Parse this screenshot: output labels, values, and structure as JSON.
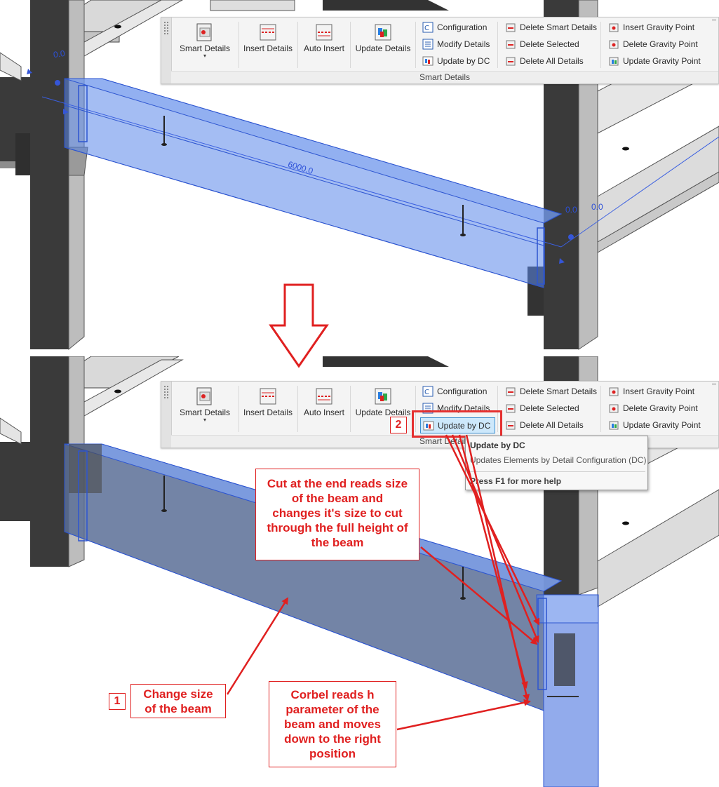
{
  "ribbon": {
    "panel_title": "Smart Details",
    "big_buttons": [
      {
        "label": "Smart Details",
        "icon": "smart-details-icon",
        "has_dropdown": true
      },
      {
        "label": "Insert Details",
        "icon": "insert-details-icon"
      },
      {
        "label": "Auto Insert",
        "icon": "auto-insert-icon"
      },
      {
        "label": "Update Details",
        "icon": "update-details-icon"
      }
    ],
    "column_1": [
      {
        "label": "Configuration",
        "icon": "configuration-icon"
      },
      {
        "label": "Modify Details",
        "icon": "modify-details-icon"
      },
      {
        "label": "Update by DC",
        "icon": "update-by-dc-icon"
      }
    ],
    "column_2": [
      {
        "label": "Delete Smart Details",
        "icon": "delete-smart-details-icon"
      },
      {
        "label": "Delete Selected",
        "icon": "delete-selected-icon"
      },
      {
        "label": "Delete All Details",
        "icon": "delete-all-details-icon"
      }
    ],
    "column_3": [
      {
        "label": "Insert Gravity Point",
        "icon": "insert-gravity-point-icon"
      },
      {
        "label": "Delete Gravity Point",
        "icon": "delete-gravity-point-icon"
      },
      {
        "label": "Update Gravity Point",
        "icon": "update-gravity-point-icon"
      }
    ]
  },
  "tooltip": {
    "title": "Update by DC",
    "description": "Updates Elements by Detail Configuration (DC)",
    "help": "Press F1 for more help"
  },
  "dimensions": {
    "beam_length": "6000.0",
    "offset_a": "0.0",
    "offset_b": "0.0",
    "offset_c": "0.0"
  },
  "annotations": {
    "step1_number": "1",
    "step1_text_line1": "Change size",
    "step1_text_line2": "of the beam",
    "step2_number": "2",
    "cut_text": [
      "Cut at the end reads size",
      "of the beam and",
      "changes it's size to cut",
      "through the full height of",
      "the beam"
    ],
    "corbel_text": [
      "Corbel reads h",
      "parameter of the",
      "beam and moves",
      "down to the right",
      "position"
    ]
  },
  "colors": {
    "accent_red": "#e02020",
    "selection_blue": "#3d6fe8",
    "highlight_blue": "#cde8fb",
    "column_dark": "#3b3b3b",
    "beam_gray": "#dcdcdc"
  }
}
